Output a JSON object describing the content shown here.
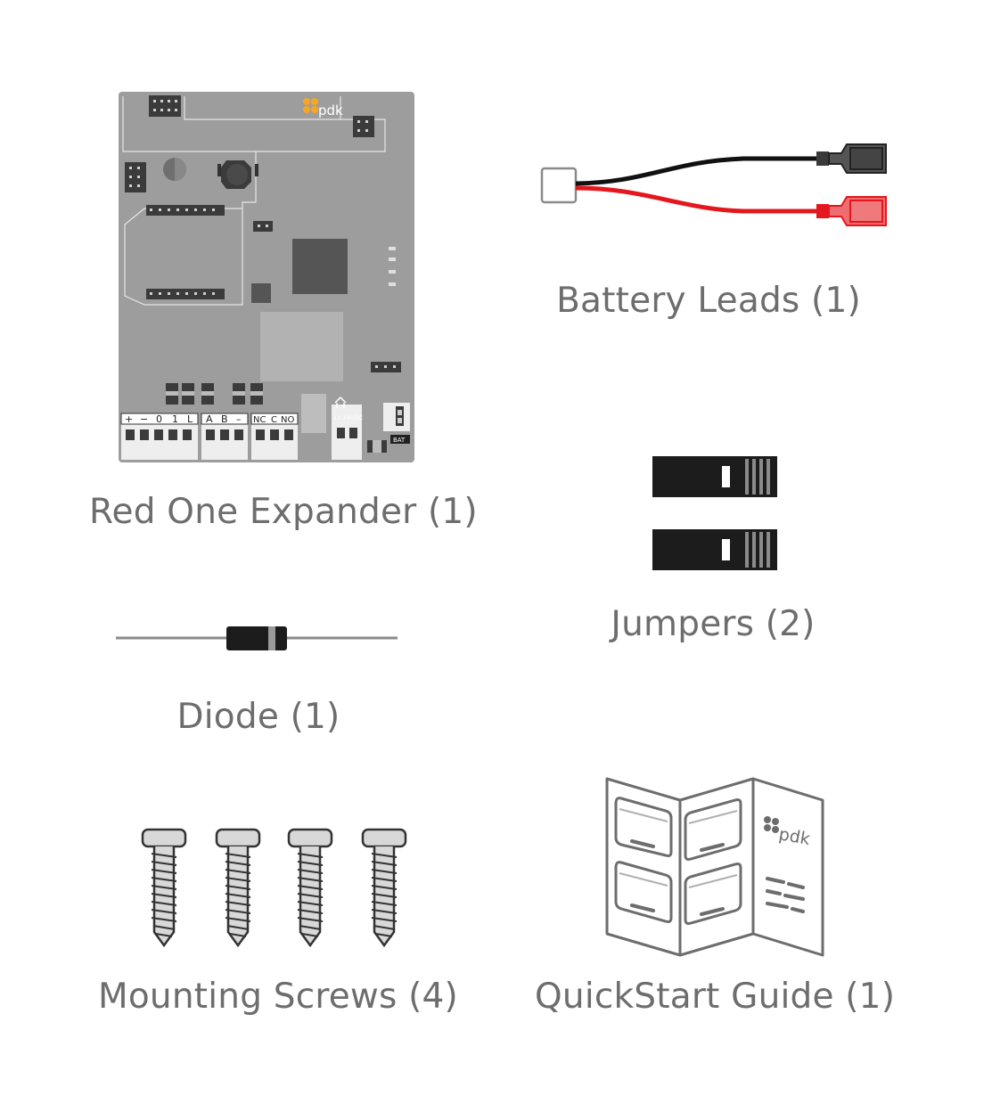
{
  "items": {
    "expander": {
      "caption": "Red One Expander (1)"
    },
    "battery_leads": {
      "caption": "Battery Leads (1)"
    },
    "jumpers": {
      "caption": "Jumpers (2)"
    },
    "diode": {
      "caption": "Diode (1)"
    },
    "screws": {
      "caption": "Mounting Screws (4)"
    },
    "guide": {
      "caption": "QuickStart Guide (1)"
    }
  },
  "pcb_labels": {
    "plus": "+",
    "minus": "−",
    "zero": "0",
    "one": "1",
    "l": "L",
    "a": "A",
    "b": "B",
    "dash": "–",
    "nc": "NC",
    "c": "C",
    "no": "NO",
    "voltage": "12-24VDC",
    "bat": "BAT",
    "logo": "pdk"
  },
  "guide_logo": "pdk",
  "colors": {
    "caption": "#6d6d6d",
    "pcb": "#9d9d9d",
    "lead_black": "#111111",
    "lead_red": "#e3171d",
    "logo_orange": "#f5a623"
  }
}
